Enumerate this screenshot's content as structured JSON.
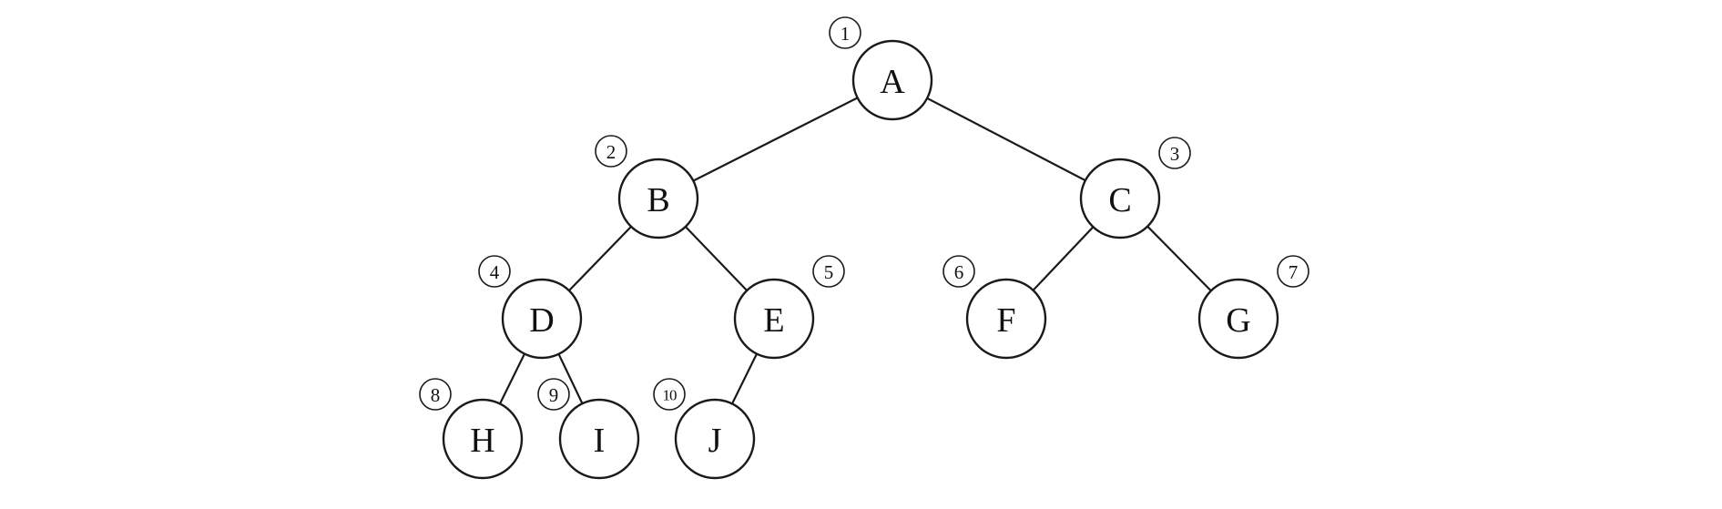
{
  "tree": {
    "nodes": [
      {
        "id": "A",
        "label": "A",
        "order": "1"
      },
      {
        "id": "B",
        "label": "B",
        "order": "2"
      },
      {
        "id": "C",
        "label": "C",
        "order": "3"
      },
      {
        "id": "D",
        "label": "D",
        "order": "4"
      },
      {
        "id": "E",
        "label": "E",
        "order": "5"
      },
      {
        "id": "F",
        "label": "F",
        "order": "6"
      },
      {
        "id": "G",
        "label": "G",
        "order": "7"
      },
      {
        "id": "H",
        "label": "H",
        "order": "8"
      },
      {
        "id": "I",
        "label": "I",
        "order": "9"
      },
      {
        "id": "J",
        "label": "J",
        "order": "10"
      }
    ],
    "edges": [
      {
        "from": "A",
        "to": "B"
      },
      {
        "from": "A",
        "to": "C"
      },
      {
        "from": "B",
        "to": "D"
      },
      {
        "from": "B",
        "to": "E"
      },
      {
        "from": "C",
        "to": "F"
      },
      {
        "from": "C",
        "to": "G"
      },
      {
        "from": "D",
        "to": "H"
      },
      {
        "from": "D",
        "to": "I"
      },
      {
        "from": "E",
        "to": "J"
      }
    ]
  },
  "colors": {
    "stroke": "#1a1a1a",
    "background": "#ffffff"
  }
}
